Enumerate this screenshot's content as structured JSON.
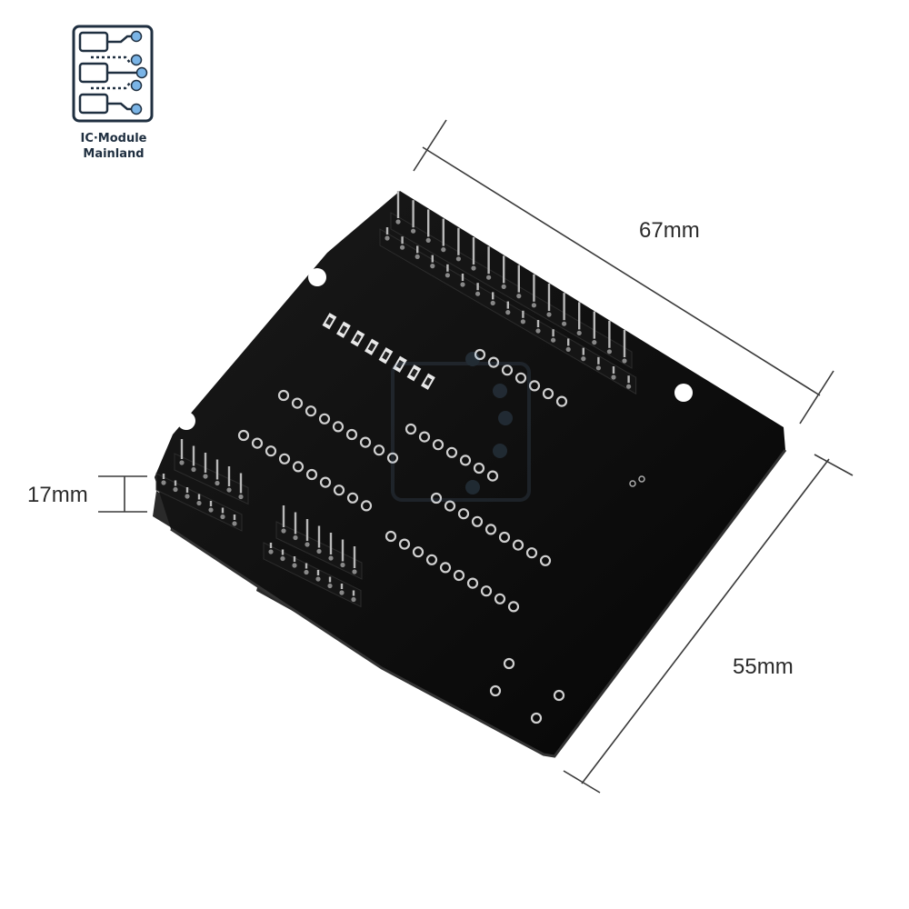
{
  "brand": {
    "line1": "IC·Module",
    "line2": "Mainland",
    "icon": "circuit-board-icon",
    "accent": "#7ab4e6",
    "outline": "#1f2f40"
  },
  "dimensions": {
    "length": "67mm",
    "width": "55mm",
    "height": "17mm"
  },
  "board": {
    "color": "#0c0c0c",
    "header_color": "#151515",
    "pin_color": "#b8b8b8"
  }
}
